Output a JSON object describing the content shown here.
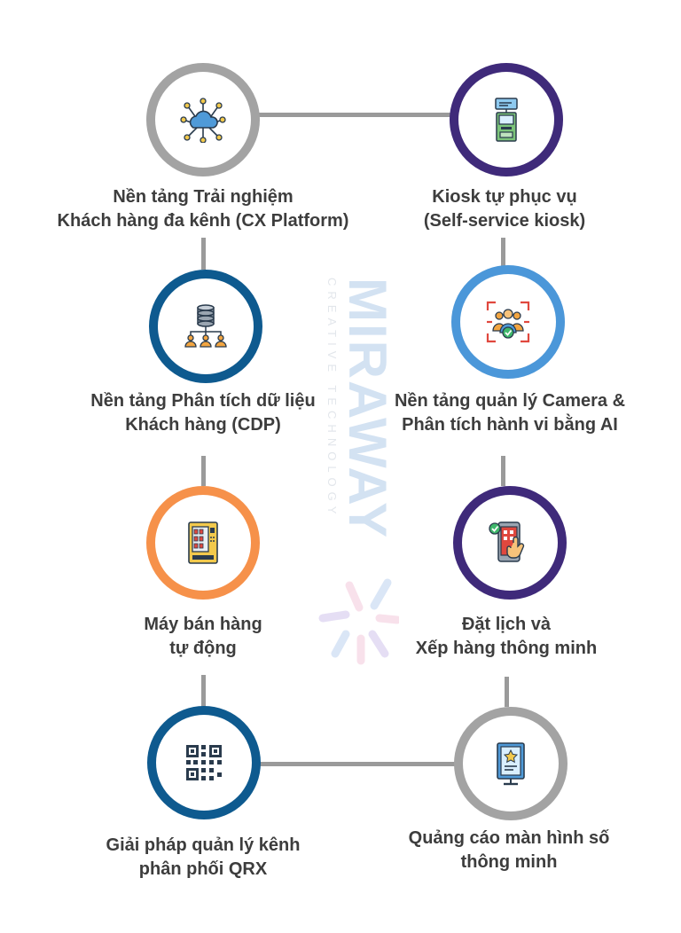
{
  "colors": {
    "connector": "#9a9a9a",
    "text": "#3d3d3d",
    "watermark": "#3d7fc9"
  },
  "watermark": {
    "brand": "MIRAWAY",
    "tagline": "CREATIVE TECHNOLOGY"
  },
  "items": [
    {
      "icon": "cloud-network-icon",
      "ring_color": "#a3a3a3",
      "lines": [
        "Nền tảng Trải nghiệm",
        "Khách hàng đa kênh (CX Platform)"
      ]
    },
    {
      "icon": "kiosk-icon",
      "ring_color": "#3f2a7a",
      "lines": [
        "Kiosk tự phục vụ",
        "(Self-service kiosk)"
      ]
    },
    {
      "icon": "database-users-icon",
      "ring_color": "#0e5a8f",
      "lines": [
        "Nền tảng Phân tích dữ liệu",
        "Khách hàng (CDP)"
      ]
    },
    {
      "icon": "face-scan-icon",
      "ring_color": "#4b97d9",
      "lines": [
        "Nền tảng quản lý Camera &",
        "Phân tích hành vi bằng AI"
      ]
    },
    {
      "icon": "vending-machine-icon",
      "ring_color": "#f6914a",
      "lines": [
        "Máy bán hàng",
        "tự động"
      ]
    },
    {
      "icon": "phone-booking-icon",
      "ring_color": "#3f2a7a",
      "lines": [
        "Đặt lịch và",
        "Xếp hàng thông minh"
      ]
    },
    {
      "icon": "qr-code-icon",
      "ring_color": "#0e5a8f",
      "lines": [
        "Giải pháp quản lý kênh",
        "phân phối QRX"
      ]
    },
    {
      "icon": "digital-signage-icon",
      "ring_color": "#a3a3a3",
      "lines": [
        "Quảng cáo màn hình số",
        "thông minh"
      ]
    }
  ]
}
